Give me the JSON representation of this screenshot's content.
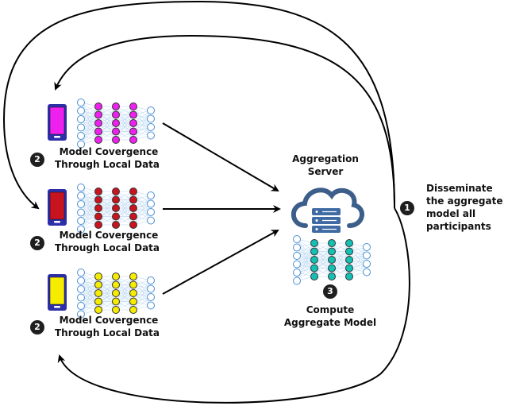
{
  "server": {
    "title_line1": "Aggregation",
    "title_line2": "Server",
    "step_number": "3",
    "compute_line1": "Compute",
    "compute_line2": "Aggregate Model"
  },
  "clients": [
    {
      "step_number": "2",
      "label_line1": "Model Covergence",
      "label_line2": "Through Local Data",
      "phone_color": "#ee20ee"
    },
    {
      "step_number": "2",
      "label_line1": "Model Covergence",
      "label_line2": "Through Local Data",
      "phone_color": "#c8141e"
    },
    {
      "step_number": "2",
      "label_line1": "Model Covergence",
      "label_line2": "Through Local Data",
      "phone_color": "#f6ec00"
    }
  ],
  "disseminate": {
    "step_number": "1",
    "line1": "Disseminate",
    "line2": "the aggregate",
    "line3": "model all",
    "line4": "participants"
  },
  "colors": {
    "phone_frame": "#2c2fa8",
    "input_node": "#4a8fd4",
    "cloud_stroke": "#3c5e8a",
    "server_box": "#3f6aa3",
    "server_nodes": "#13c0b4",
    "arrow": "#000000"
  },
  "icons": [
    "smartphone-icon",
    "neural-network-icon",
    "cloud-server-icon"
  ]
}
